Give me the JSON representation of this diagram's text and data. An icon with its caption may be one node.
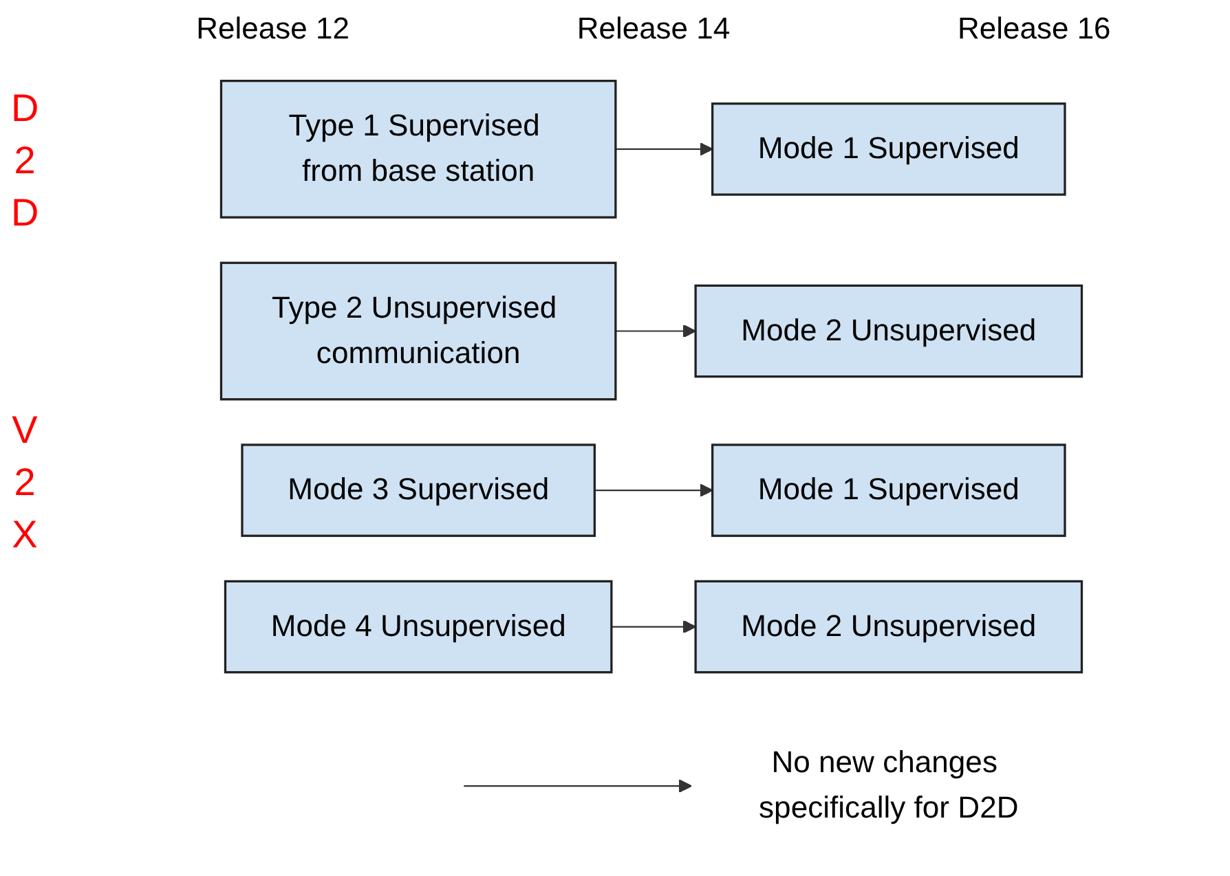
{
  "diagram": {
    "nodes": [
      {
        "text": [
          "Type 1 Supervised from base station"
        ]
      },
      {
        "text": [
          "Mode 1 Supervised"
        ]
      },
      {
        "text": [
          "No new changes specifically for D2D"
        ]
      },
      {
        "text": [
          "Type 2 Unsupervised communication"
        ]
      },
      {
        "text": [
          "Mode 2 Unsupervised"
        ]
      },
      {
        "text": [
          "Mode 3 Supervised"
        ]
      },
      {
        "text": [
          "Mode 1 Supervised"
        ]
      },
      {
        "text": [
          "Mode 4 Unsupervised"
        ]
      },
      {
        "text": [
          "Mode 2 Unsupervised"
        ]
      }
    ],
    "edges": [
      {
        "from": 0,
        "to": 1,
        "arrow": "to"
      },
      {
        "from": null,
        "to": 2,
        "arrow": "to"
      },
      {
        "from": 3,
        "to": 4,
        "arrow": "to"
      },
      {
        "from": 5,
        "to": 6,
        "arrow": "to"
      },
      {
        "from": 7,
        "to": 8,
        "arrow": "to"
      }
    ],
    "labels": [
      "Release 12",
      "Release 14",
      "Release 16",
      "D 2 D",
      "V 2 X"
    ]
  }
}
